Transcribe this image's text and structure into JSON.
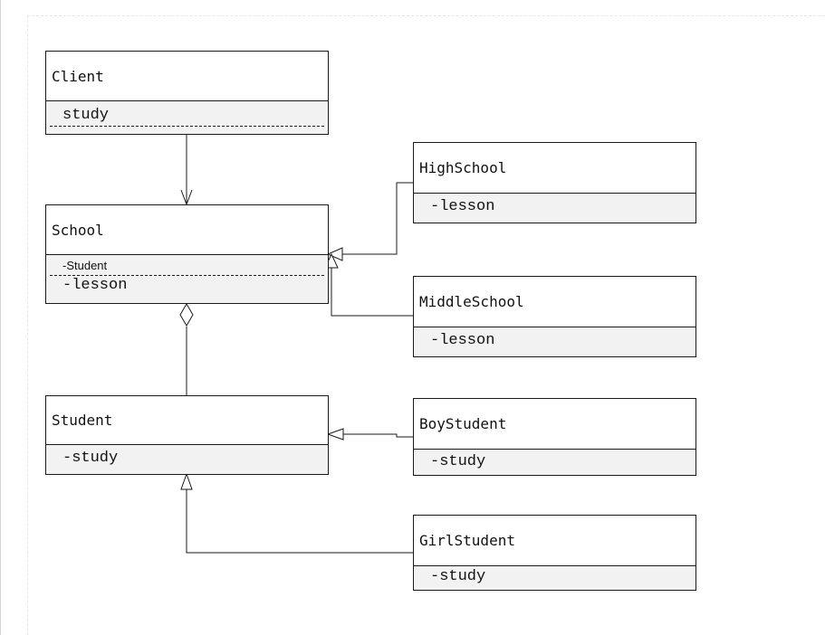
{
  "classes": {
    "client": {
      "name": "Client",
      "attrs": [
        "study"
      ]
    },
    "school": {
      "name": "School",
      "attrs": [
        "-Student",
        "-lesson"
      ]
    },
    "student": {
      "name": "Student",
      "attrs": [
        "-study"
      ]
    },
    "high_school": {
      "name": "HighSchool",
      "attrs": [
        "-lesson"
      ]
    },
    "middle_school": {
      "name": "MiddleSchool",
      "attrs": [
        "-lesson"
      ]
    },
    "boy_student": {
      "name": "BoyStudent",
      "attrs": [
        "-study"
      ]
    },
    "girl_student": {
      "name": "GirlStudent",
      "attrs": [
        "-study"
      ]
    }
  },
  "relations": [
    {
      "from": "Client",
      "to": "School",
      "kind": "association"
    },
    {
      "from": "HighSchool",
      "to": "School",
      "kind": "generalization"
    },
    {
      "from": "MiddleSchool",
      "to": "School",
      "kind": "generalization"
    },
    {
      "from": "Student",
      "to": "School",
      "kind": "aggregation"
    },
    {
      "from": "BoyStudent",
      "to": "Student",
      "kind": "generalization"
    },
    {
      "from": "GirlStudent",
      "to": "Student",
      "kind": "generalization"
    }
  ],
  "colors": {
    "line": "#1a1a1a",
    "attr_background": "#f2f2f2",
    "box_background": "#ffffff"
  }
}
